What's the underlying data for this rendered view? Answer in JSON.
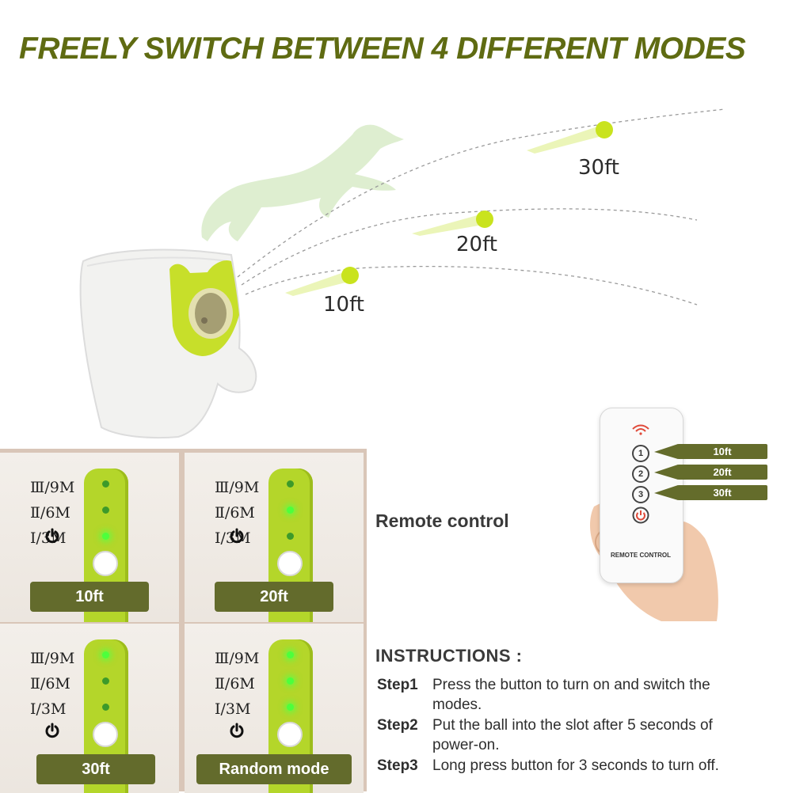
{
  "headline": "FREELY SWITCH BETWEEN 4 DIFFERENT MODES",
  "distances": [
    "10ft",
    "20ft",
    "30ft"
  ],
  "level_labels": [
    "Ⅲ/9M",
    "Ⅱ/6M",
    "Ⅰ/3M"
  ],
  "panels": [
    {
      "label": "10ft",
      "lit": [
        false,
        false,
        true
      ]
    },
    {
      "label": "20ft",
      "lit": [
        false,
        true,
        false
      ]
    },
    {
      "label": "30ft",
      "lit": [
        true,
        false,
        false
      ]
    },
    {
      "label": "Random mode",
      "lit": [
        true,
        true,
        true
      ]
    }
  ],
  "remote": {
    "heading": "Remote control",
    "device_text": "REMOTE CONTROL",
    "buttons": [
      "1",
      "2",
      "3"
    ],
    "tags": [
      "10ft",
      "20ft",
      "30ft"
    ]
  },
  "instructions": {
    "title": "INSTRUCTIONS :",
    "steps": [
      {
        "num": "Step1",
        "line1": "Press the button to turn on and switch the",
        "line2": "modes."
      },
      {
        "num": "Step2",
        "line1": "Put the ball into the slot after 5 seconds of",
        "line2": "power-on."
      },
      {
        "num": "Step3",
        "line1": "Long press button for 3 seconds to turn off.",
        "line2": ""
      }
    ]
  },
  "colors": {
    "accent": "#b4d62a",
    "label_bg": "#636b2c",
    "headline": "#5f6b12"
  }
}
